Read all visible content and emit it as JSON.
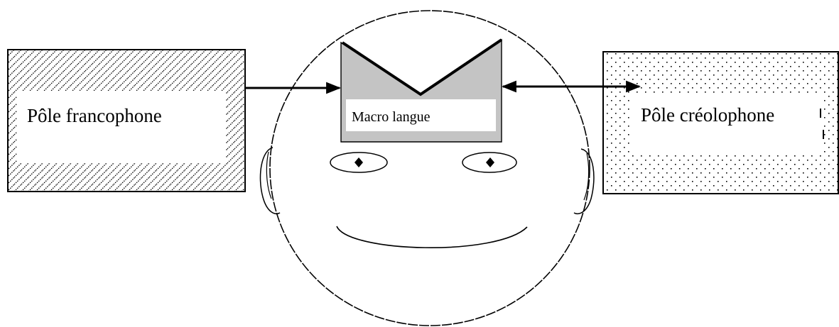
{
  "diagram": {
    "left_pole": {
      "label": "Pôle francophone"
    },
    "center": {
      "label": "Macro langue"
    },
    "right_pole": {
      "label": "Pôle créolophone"
    }
  },
  "colors": {
    "ink": "#000000",
    "macro_fill": "#c4c4c4",
    "label_bg": "#ffffff"
  },
  "icons": [
    "head-outline",
    "ear",
    "eye",
    "smile-mouth",
    "arrow"
  ]
}
